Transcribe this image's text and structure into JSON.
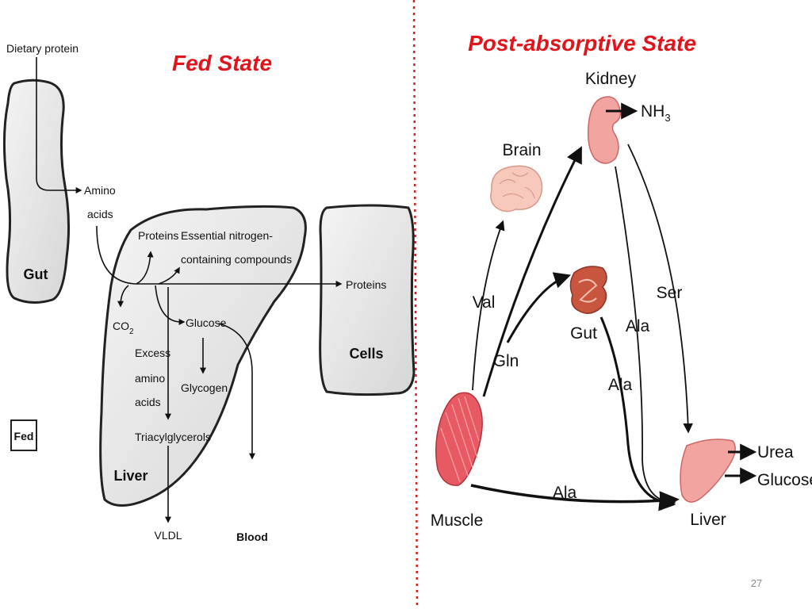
{
  "left": {
    "title": "Fed State",
    "dietary_protein": "Dietary protein",
    "amino": "Amino",
    "acids": "acids",
    "gut": "Gut",
    "proteins_liver": "Proteins",
    "essential_1": "Essential nitrogen-",
    "essential_2": "containing compounds",
    "proteins_cells": "Proteins",
    "cells": "Cells",
    "co2": "CO",
    "co2_sub": "2",
    "glucose": "Glucose",
    "excess_1": "Excess",
    "excess_2": "amino",
    "excess_3": "acids",
    "glycogen": "Glycogen",
    "triacylglycerols": "Triacylglycerols",
    "liver": "Liver",
    "vldl": "VLDL",
    "blood": "Blood",
    "fed_badge": "Fed"
  },
  "right": {
    "title": "Post-absorptive State",
    "kidney": "Kidney",
    "nh3": "NH",
    "nh3_sub": "3",
    "brain": "Brain",
    "val": "Val",
    "gln": "Gln",
    "gut": "Gut",
    "ala_gut": "Ala",
    "ala_kidney": "Ala",
    "ser": "Ser",
    "ala_bottom": "Ala",
    "muscle": "Muscle",
    "liver": "Liver",
    "urea": "Urea",
    "glucose": "Glucose"
  },
  "page_number": "27",
  "colors": {
    "title": "#e0141b",
    "divider": "#d42020",
    "organ_pink": "#f2a5a0",
    "muscle_red": "#e85a63",
    "gut_brown": "#c8553d",
    "brain_pink": "#f7c9bd",
    "shape_fill": "#e2e2e2"
  }
}
